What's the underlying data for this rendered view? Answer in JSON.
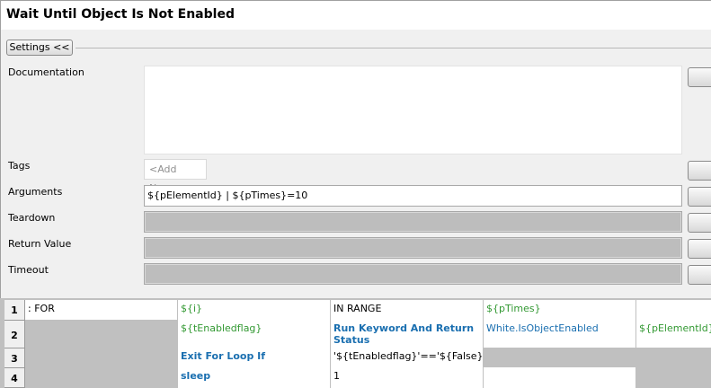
{
  "title": "Wait Until Object Is Not Enabled",
  "settings_button": "Settings <<",
  "labels": {
    "documentation": "Documentation",
    "tags": "Tags",
    "arguments": "Arguments",
    "teardown": "Teardown",
    "return_value": "Return Value",
    "timeout": "Timeout"
  },
  "tags_add_new": "<Add New>",
  "arguments_value": "${pElementId} | ${pTimes}=10",
  "grid": {
    "row_numbers": [
      "1",
      "2",
      "3",
      "4"
    ],
    "rows": [
      [
        "  : FOR",
        "${i}",
        "IN RANGE",
        "${pTimes}",
        ""
      ],
      [
        "",
        "${tEnabledflag}",
        "Run Keyword And Return Status",
        "White.IsObjectEnabled",
        "${pElementId}"
      ],
      [
        "",
        "Exit For Loop If",
        "'${tEnabledflag}'=='${False}'",
        "",
        ""
      ],
      [
        "",
        "sleep",
        "1",
        "",
        ""
      ]
    ]
  }
}
